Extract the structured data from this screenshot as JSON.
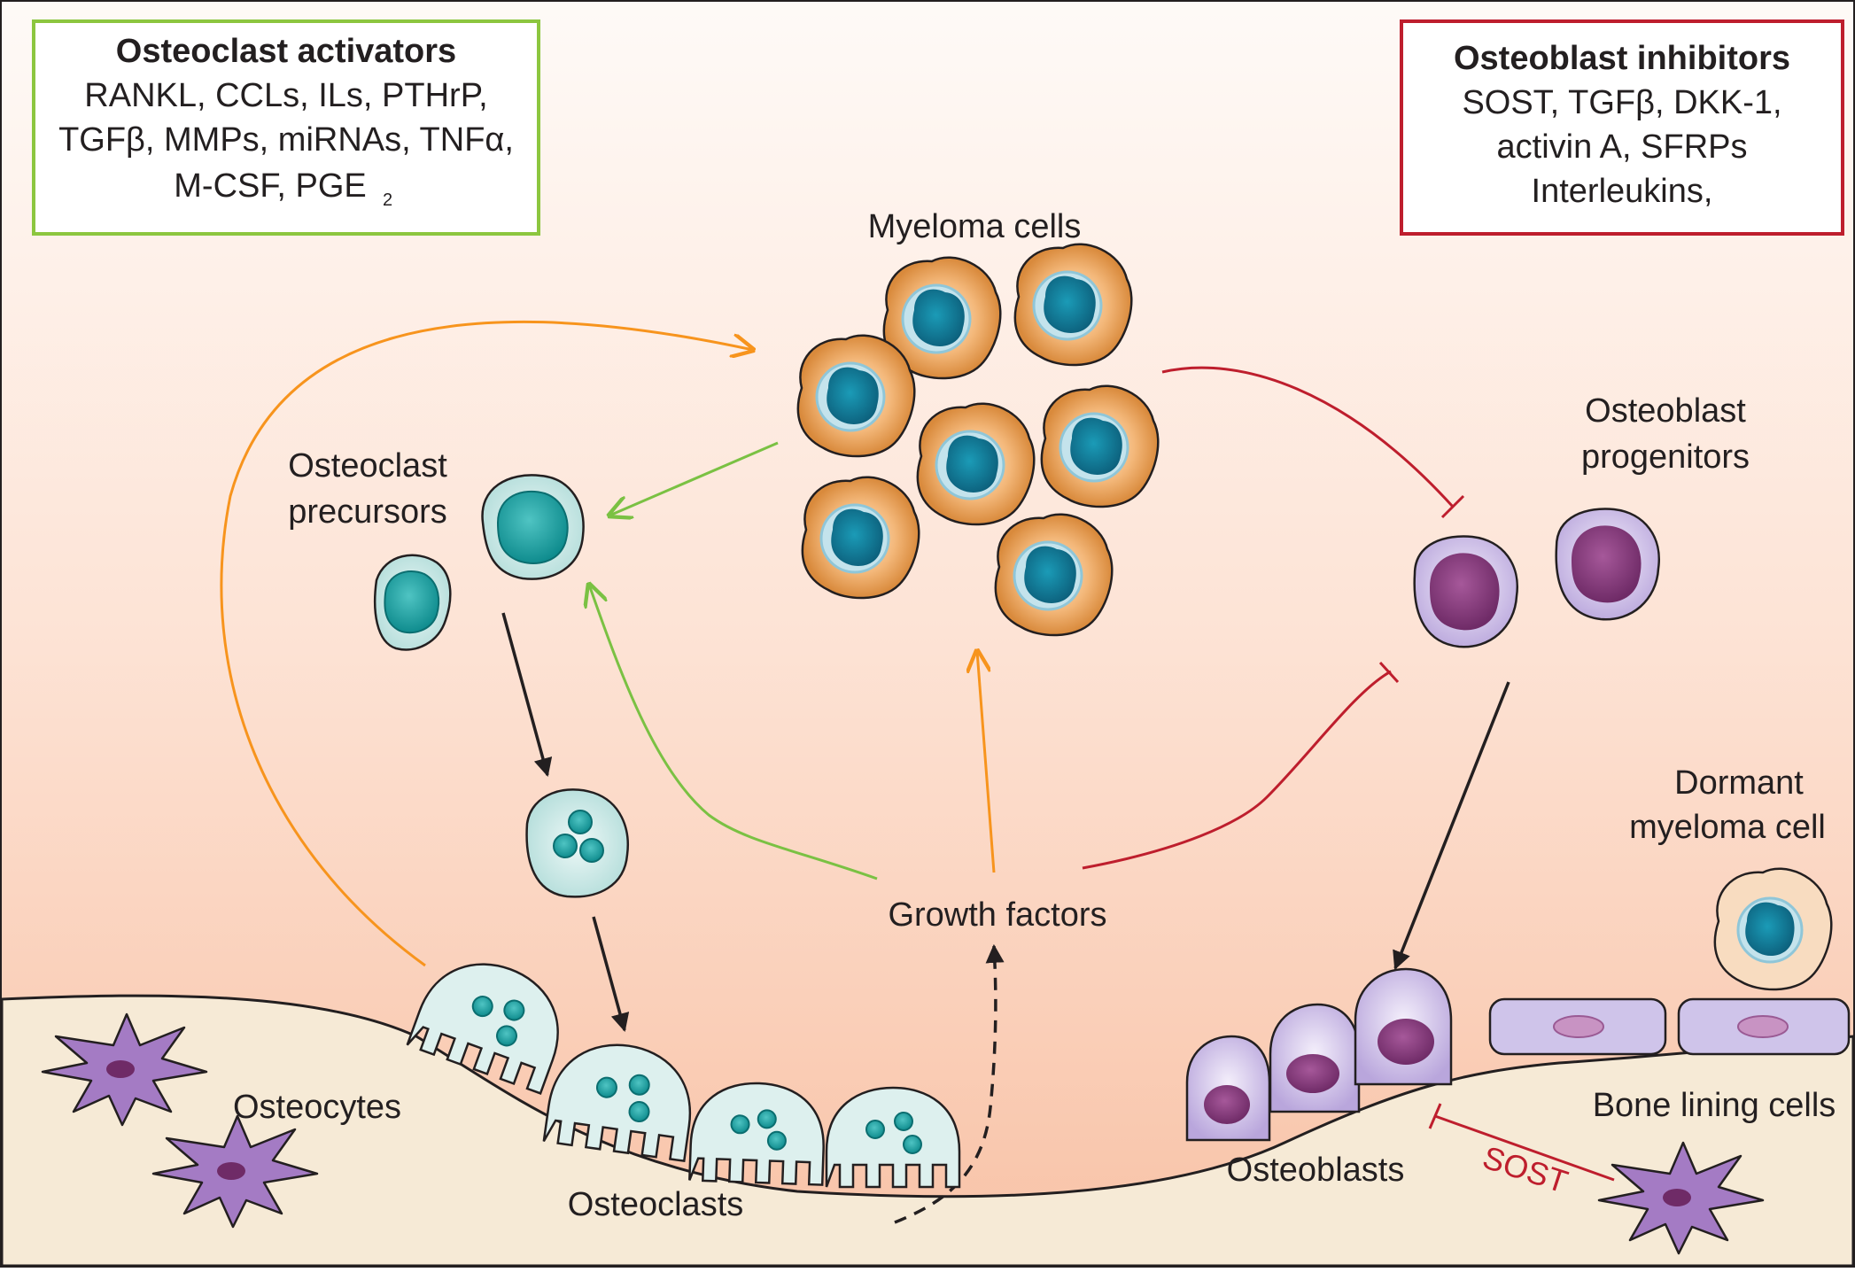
{
  "activators_box": {
    "title": "Osteoclast activators",
    "line1": "RANKL, CCLs, ILs, PTHrP,",
    "line2": "TGFβ, MMPs, miRNAs, TNFα,",
    "line3_main": "M-CSF, PGE",
    "line3_sub": "2",
    "border_color": "#8cc63f"
  },
  "inhibitors_box": {
    "title": "Osteoblast inhibitors",
    "line1": "SOST, TGFβ,  DKK-1,",
    "line2": "activin A, SFRPs",
    "line3": "Interleukins,",
    "border_color": "#be1e2d"
  },
  "labels": {
    "myeloma_cells": "Myeloma cells",
    "osteoclast_precursors_1": "Osteoclast",
    "osteoclast_precursors_2": "precursors",
    "osteoblast_progenitors_1": "Osteoblast",
    "osteoblast_progenitors_2": "progenitors",
    "dormant_1": "Dormant",
    "dormant_2": "myeloma cell",
    "growth_factors": "Growth factors",
    "osteocytes": "Osteocytes",
    "osteoclasts": "Osteoclasts",
    "osteoblasts": "Osteoblasts",
    "bone_lining_cells": "Bone lining cells",
    "sost": "SOST"
  },
  "colors": {
    "orange_arrow": "#f7941d",
    "green_arrow": "#7ac143",
    "red_inhibit": "#be1e2d",
    "background_top": "#fdf6f1",
    "background_bottom": "#f9c8ae",
    "bone": "#f6ead6"
  }
}
